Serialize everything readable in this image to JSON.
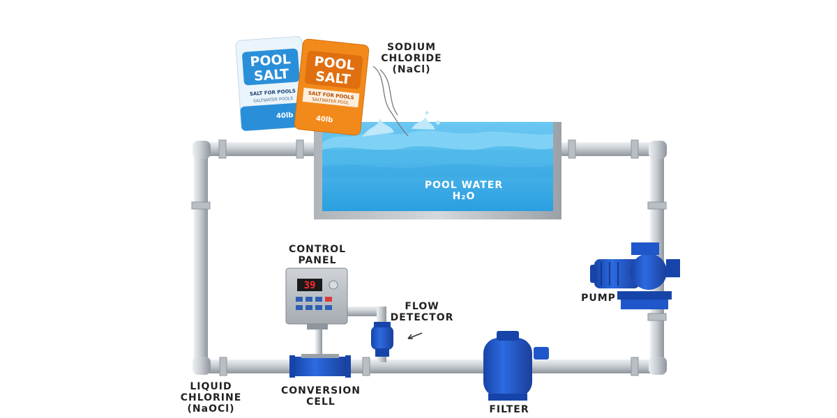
{
  "labels": {
    "sodium_chloride": [
      "SODIUM",
      "CHLORIDE",
      "(NaCl)"
    ],
    "pool_water": "POOL WATER",
    "pool_formula": "H₂O",
    "control_panel": [
      "CONTROL",
      "PANEL"
    ],
    "flow_detector": [
      "FLOW",
      "DETECTOR"
    ],
    "pump": "PUMP",
    "liquid_chlorine": [
      "LIQUID",
      "CHLORINE",
      "(NaOCl)"
    ],
    "conversion_cell": [
      "CONVERSION",
      "CELL"
    ],
    "filter": "FILTER"
  },
  "salt_bag_white": {
    "brand": [
      "POOL",
      "SALT"
    ],
    "line": "SALT FOR POOLS",
    "subline": "SALTWATER POOLS",
    "weight": "40lb"
  },
  "salt_bag_orange": {
    "brand": [
      "POOL",
      "SALT"
    ],
    "line": "SALT FOR POOLS",
    "subline": "SALTWATER POOL",
    "weight": "40lb"
  },
  "control_display": "39",
  "colors": {
    "pipe": "#c9ced3",
    "pipe_shade": "#9aa1a8",
    "water": "#3aaee6",
    "water_dark": "#1f8fd0",
    "equipment_blue": "#1f56c9",
    "panel": "#b7bcc2",
    "bag_orange": "#f28a1b",
    "bag_white": "#eaf4fb",
    "bag_blue": "#2a8fd9"
  }
}
